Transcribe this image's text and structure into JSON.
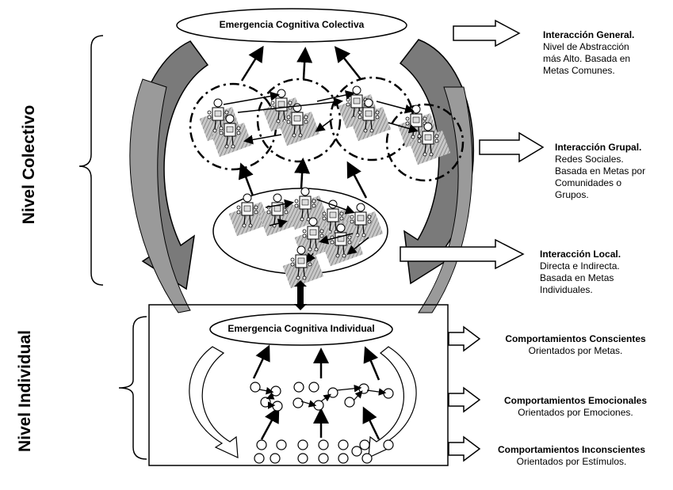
{
  "side_labels": {
    "collective": "Nivel Colectivo",
    "individual": "Nivel Individual"
  },
  "ellipses": {
    "top": "Emergencia Cognitiva Colectiva",
    "bottom": "Emergencia Cognitiva Individual"
  },
  "interactions": [
    {
      "title": "Interacción General.",
      "lines": [
        "Nivel de Abstracción",
        "más Alto. Basada en",
        "Metas Comunes."
      ]
    },
    {
      "title": "Interacción Grupal.",
      "lines": [
        "Redes Sociales.",
        "Basada en Metas por",
        "Comunidades o",
        "Grupos."
      ]
    },
    {
      "title": "Interacción Local.",
      "lines": [
        "Directa e Indirecta.",
        "Basada en Metas",
        "Individuales."
      ]
    }
  ],
  "behaviors": [
    {
      "title": "Comportamientos Conscientes",
      "desc": "Orientados por Metas."
    },
    {
      "title": "Comportamientos Emocionales",
      "desc": "Orientados por Emociones."
    },
    {
      "title": "Comportamientos Inconscientes",
      "desc": "Orientados por Estímulos."
    }
  ],
  "colors": {
    "curved_arrow_fill": "#7a7a7a",
    "robot_hatch": "#9a9a9a",
    "stroke": "#000000"
  }
}
